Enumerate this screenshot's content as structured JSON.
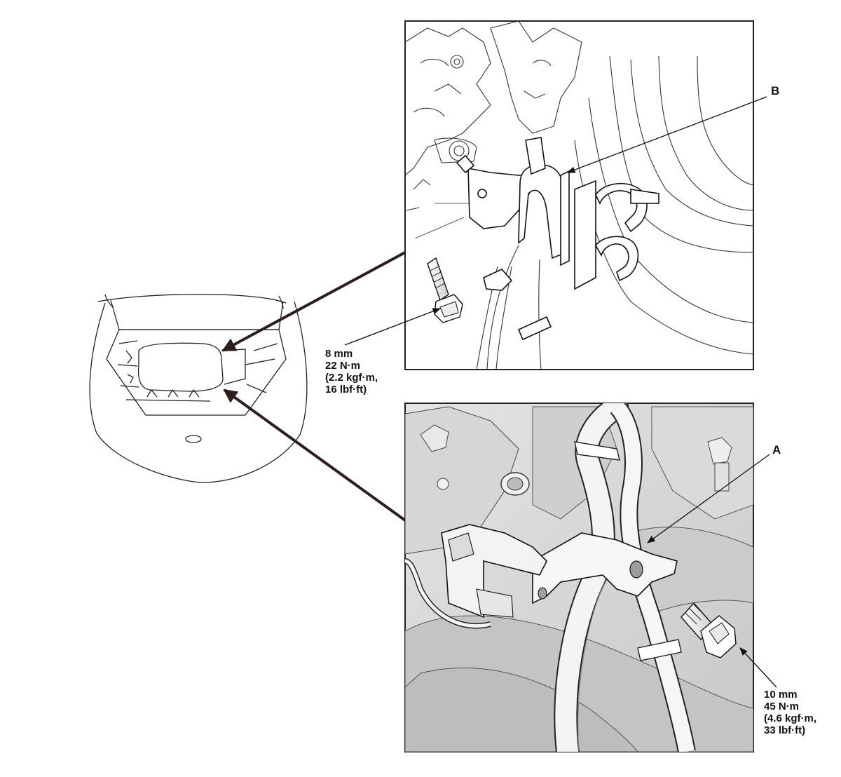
{
  "labels": {
    "B": "B",
    "A": "A"
  },
  "torque_upper": {
    "line1": "8 mm",
    "line2": "22 N·m",
    "line3": "(2.2 kgf·m,",
    "line4": "16 lbf·ft)"
  },
  "torque_lower": {
    "line1": "10 mm",
    "line2": "45 N·m",
    "line3": "(4.6 kgf·m,",
    "line4": "33 lbf·ft)"
  }
}
